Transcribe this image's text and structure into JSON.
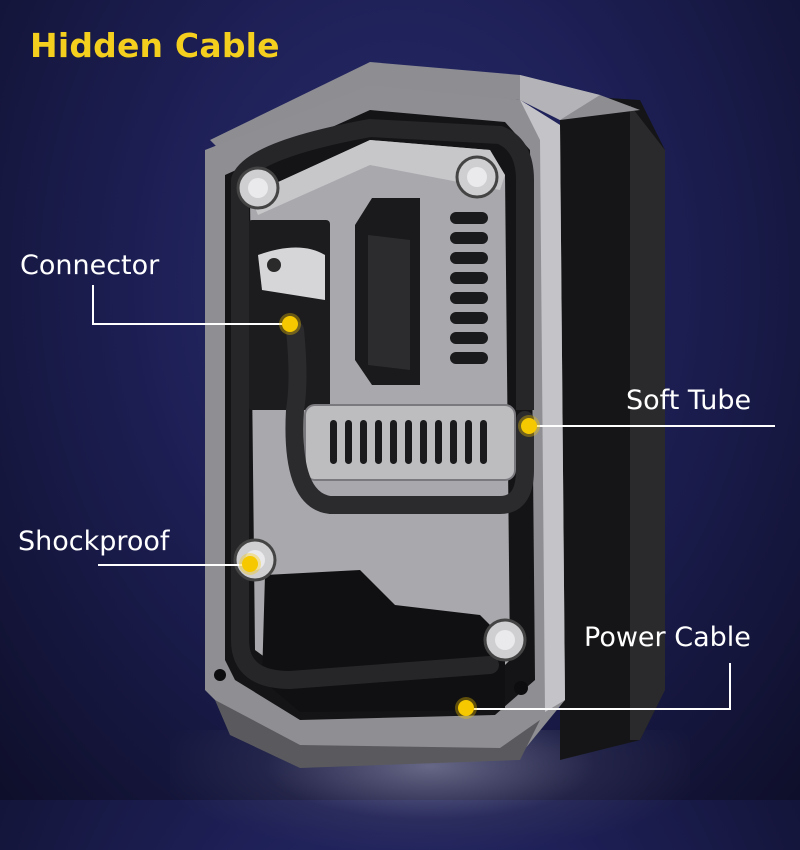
{
  "title": "Hidden Cable",
  "colors": {
    "background": "#1d1f55",
    "title": "#f4cf1e",
    "callout_dot": "#f5c800",
    "callout_text": "#ffffff",
    "device_frame": "#9a9a9e",
    "device_panel": "#b9b9bb",
    "device_dark": "#1a1a1c"
  },
  "subject": "Portable tire inflator, rear cable-storage compartment",
  "callouts": [
    {
      "id": "connector",
      "label": "Connector",
      "side": "left"
    },
    {
      "id": "soft-tube",
      "label": "Soft Tube",
      "side": "right"
    },
    {
      "id": "shockproof",
      "label": "Shockproof",
      "side": "left"
    },
    {
      "id": "power-cable",
      "label": "Power Cable",
      "side": "right"
    }
  ]
}
